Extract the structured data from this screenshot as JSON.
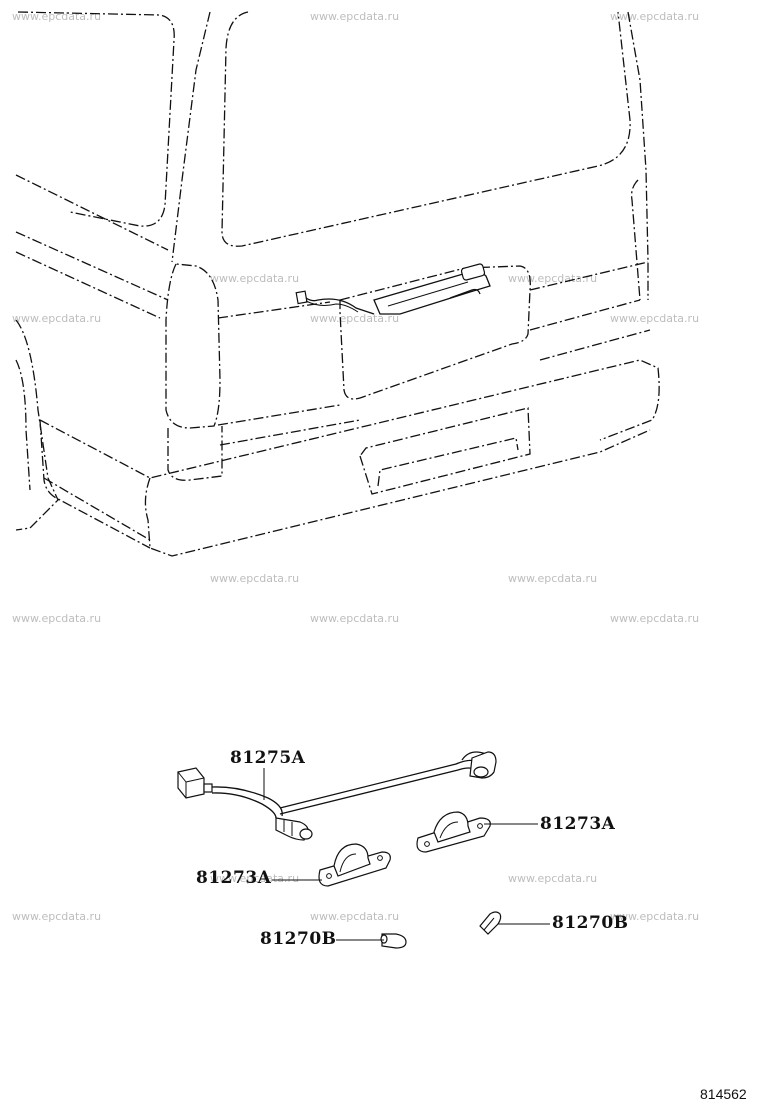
{
  "watermarks": {
    "text": "www.epcdata.ru"
  },
  "callouts": {
    "wire_harness": "81275A",
    "lamp_right": "81273A",
    "lamp_left": "81273A",
    "bulb_right": "81270B",
    "bulb_left": "81270B"
  },
  "figure_number": "814562",
  "colors": {
    "line": "#111111",
    "watermark": "#bdbdbd",
    "background": "#ffffff"
  }
}
